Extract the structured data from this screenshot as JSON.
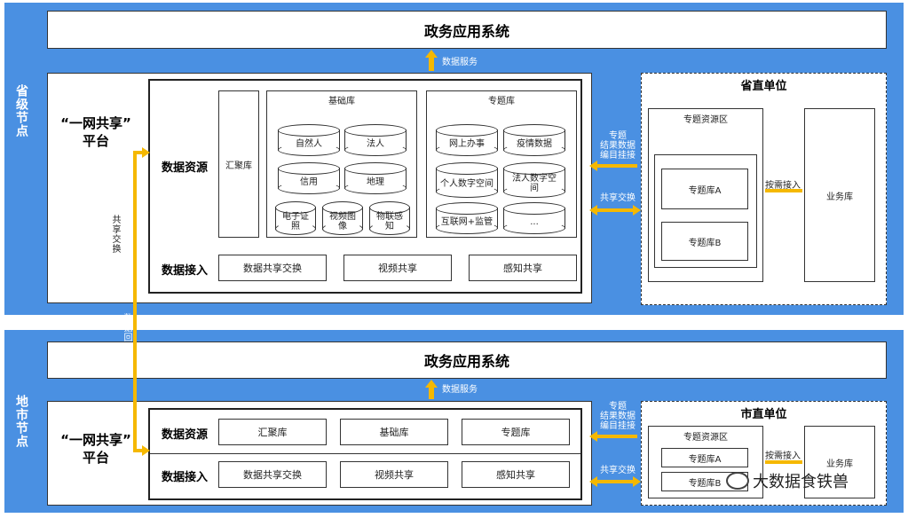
{
  "top": {
    "side_label": "省级节点",
    "app_system": "政务应用系统",
    "data_service": "数据服务",
    "platform_title": "“一网共享”\n平台",
    "share_exchange_vertical": "共享交换",
    "data_resources": "数据资源",
    "data_access": "数据接入",
    "hub": "汇聚库",
    "base_lib": {
      "title": "基础库",
      "items": [
        "自然人",
        "法人",
        "信用",
        "地理",
        "电子证照",
        "视频图像",
        "物联感知"
      ]
    },
    "topic_lib": {
      "title": "专题库",
      "items": [
        "网上办事",
        "疫情数据",
        "个人数字空间",
        "法人数字空间",
        "互联网+监管",
        "..."
      ]
    },
    "access_items": [
      "数据共享交换",
      "视频共享",
      "感知共享"
    ],
    "right_arrow_top": "专题\n结果数据\n编目挂接",
    "right_arrow_bottom": "共享交换",
    "unit": {
      "title": "省直单位",
      "zone": "专题资源区",
      "lib_a": "专题库A",
      "lib_b": "专题库B",
      "on_demand": "按需接入",
      "business": "业务库"
    }
  },
  "flow_back": "数据回流",
  "bottom": {
    "side_label": "地市节点",
    "app_system": "政务应用系统",
    "data_service": "数据服务",
    "platform_title": "“一网共享”\n平台",
    "data_resources": "数据资源",
    "data_access": "数据接入",
    "resource_items": [
      "汇聚库",
      "基础库",
      "专题库"
    ],
    "access_items": [
      "数据共享交换",
      "视频共享",
      "感知共享"
    ],
    "right_arrow_top": "专题\n结果数据\n编目挂接",
    "right_arrow_bottom": "共享交换",
    "unit": {
      "title": "市直单位",
      "zone": "专题资源区",
      "lib_a": "专题库A",
      "lib_b": "专题库B",
      "on_demand": "按需接入",
      "business": "业务库"
    }
  },
  "watermark": "大数据食铁兽",
  "colors": {
    "band": "#4a90e2",
    "arrow": "#f5b800"
  }
}
